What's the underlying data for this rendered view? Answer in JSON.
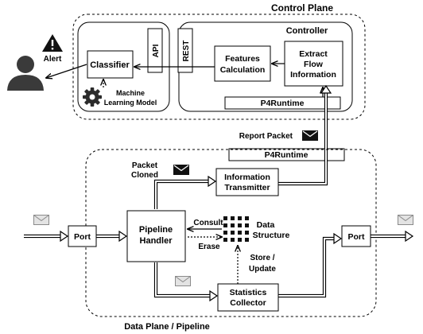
{
  "control_plane": {
    "title": "Control Plane",
    "controller": "Controller",
    "classifier": "Classifier",
    "api": "API",
    "rest": "REST",
    "features": [
      "Features",
      "Calculation"
    ],
    "extract": [
      "Extract",
      "Flow",
      "Information"
    ],
    "p4runtime": "P4Runtime",
    "ml_model": [
      "Machine",
      "Learning Model"
    ],
    "alert": "Alert"
  },
  "middle": {
    "report_packet": "Report Packet",
    "p4runtime": "P4Runtime"
  },
  "data_plane": {
    "title": "Data Plane / Pipeline",
    "packet_cloned": [
      "Packet",
      "Cloned"
    ],
    "info_transmitter": [
      "Information",
      "Transmitter"
    ],
    "port_in": "Port",
    "port_out": "Port",
    "pipeline_handler": [
      "Pipeline",
      "Handler"
    ],
    "consult": "Consult",
    "erase": "Erase",
    "data_structure": [
      "Data",
      "Structure"
    ],
    "store_update": [
      "Store /",
      "Update"
    ],
    "stats_collector": [
      "Statistics",
      "Collector"
    ]
  },
  "icons": {
    "alert": "warning-triangle-icon",
    "user": "user-silhouette-icon",
    "gear": "gear-icon",
    "envelope": "envelope-icon"
  }
}
